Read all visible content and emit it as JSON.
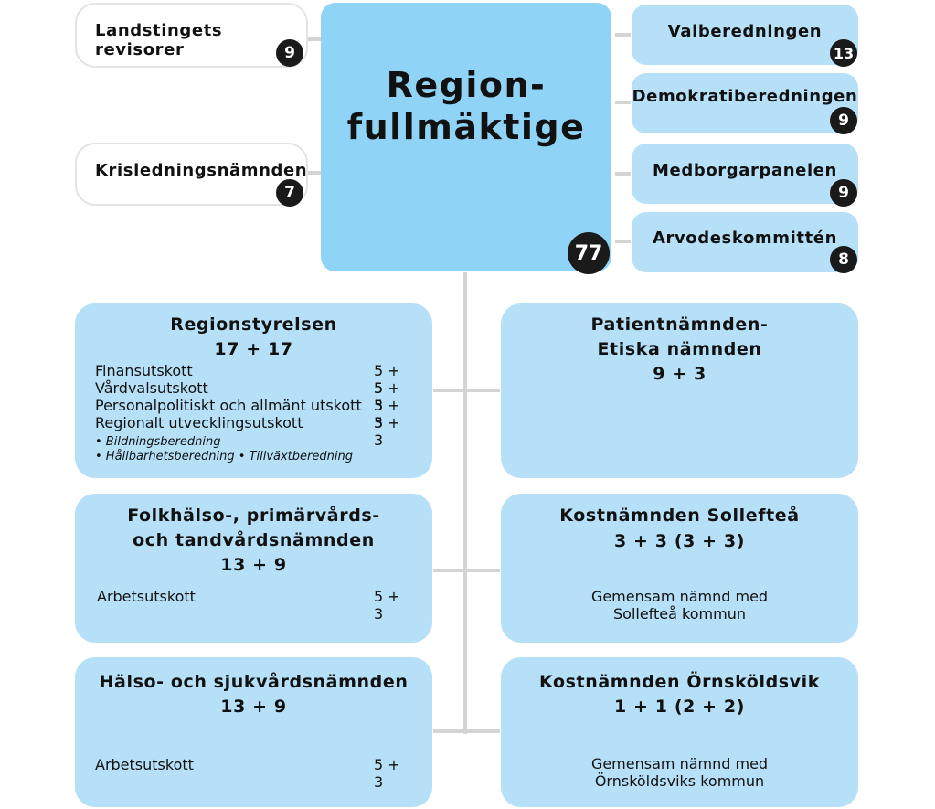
{
  "top_left": [
    {
      "name": "Landstingets revisorer",
      "count": "9"
    },
    {
      "name": "Krisledningsnämnden",
      "count": "7"
    }
  ],
  "center": {
    "line1": "Region-",
    "line2": "fullmäktige",
    "count": "77"
  },
  "top_right": [
    {
      "name": "Valberedningen",
      "count": "13"
    },
    {
      "name": "Demokratiberedningen",
      "count": "9"
    },
    {
      "name": "Medborgarpanelen",
      "count": "9"
    },
    {
      "name": "Arvodeskommittén",
      "count": "8"
    }
  ],
  "regionstyrelsen": {
    "title": "Regionstyrelsen",
    "seats": "17 + 17",
    "committees": [
      {
        "name": "Finansutskott",
        "seats": "5 + 5"
      },
      {
        "name": "Vårdvalsutskott",
        "seats": "5 + 3"
      },
      {
        "name": "Personalpolitiskt och allmänt utskott",
        "seats": "5 + 3"
      },
      {
        "name": "Regionalt utvecklingsutskott",
        "seats": "5 + 3"
      }
    ],
    "beredningar_line1": "• Bildningsberedning",
    "beredningar_line2": "• Hållbarhetsberedning • Tillväxtberedning"
  },
  "folkhalso": {
    "title_line1": "Folkhälso-, primärvårds-",
    "title_line2": "och tandvårdsnämnden",
    "seats": "13 + 9",
    "committee": {
      "name": "Arbetsutskott",
      "seats": "5 + 3"
    }
  },
  "halso": {
    "title": "Hälso- och sjukvårdsnämnden",
    "seats": "13 + 9",
    "committee": {
      "name": "Arbetsutskott",
      "seats": "5 + 3"
    }
  },
  "patient": {
    "title_line1": "Patientnämnden-",
    "title_line2": "Etiska nämnden",
    "seats": "9 + 3"
  },
  "solleftea": {
    "title": "Kostnämnden Sollefteå",
    "seats": "3 + 3 (3 + 3)",
    "note_line1": "Gemensam nämnd med",
    "note_line2": "Sollefteå kommun"
  },
  "ornskoldsvik": {
    "title": "Kostnämnden Örnsköldsvik",
    "seats": "1 + 1 (2 + 2)",
    "note_line1": "Gemensam nämnd med",
    "note_line2": "Örnsköldsviks kommun"
  },
  "colors": {
    "center": "#8fd3f6",
    "box": "#b5e0f8",
    "badge": "#1a1a1a",
    "connector": "#d4d4d4"
  }
}
